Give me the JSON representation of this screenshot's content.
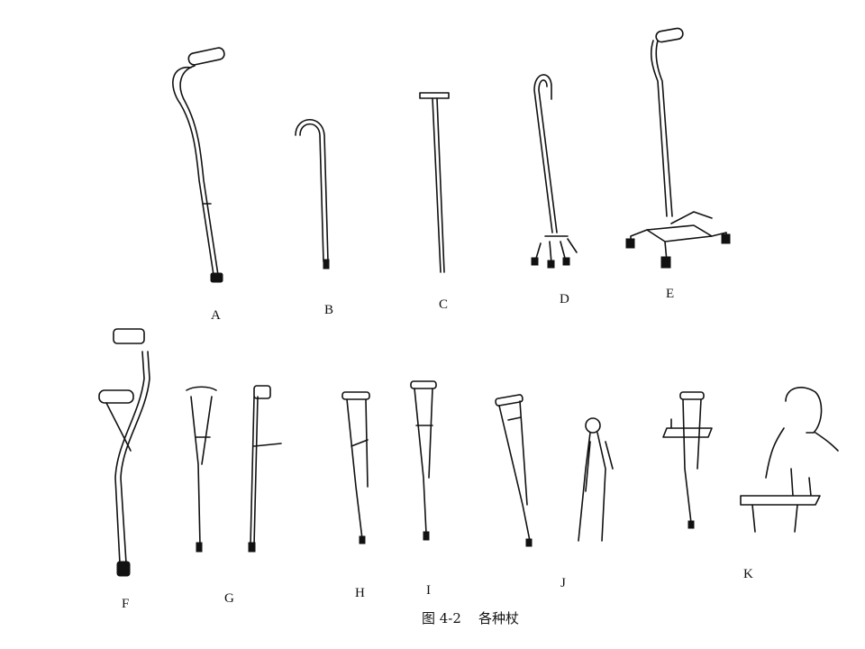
{
  "figure": {
    "caption": "图 4-2    各种杖",
    "labels": [
      "A",
      "B",
      "C",
      "D",
      "E",
      "F",
      "G",
      "H",
      "I",
      "J",
      "K"
    ]
  }
}
